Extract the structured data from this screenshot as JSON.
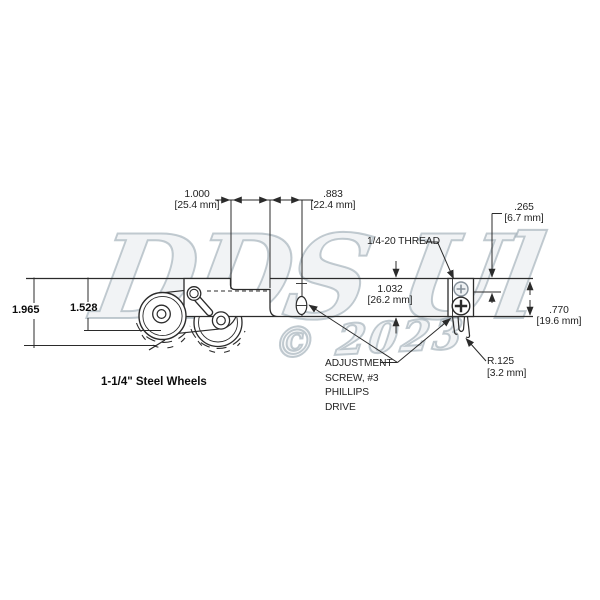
{
  "watermark": {
    "logo": "DDS Ul",
    "year": "© 2023"
  },
  "dims": {
    "notch_width": {
      "in": "1.000",
      "mm": "[25.4 mm]"
    },
    "screw_offset": {
      "in": ".883",
      "mm": "[22.4 mm]"
    },
    "thread_offset": {
      "in": ".265",
      "mm": "[6.7 mm]"
    },
    "channel_height": {
      "in": "1.032",
      "mm": "[26.2 mm]"
    },
    "end_height": {
      "in": ".770",
      "mm": "[19.6 mm]"
    },
    "tab_radius": {
      "in": "R.125",
      "mm": "[3.2 mm]"
    },
    "overall_height": {
      "in": "1.965"
    },
    "wheel_extend_height": {
      "in": "1.528"
    }
  },
  "annotations": {
    "thread": "1/4-20 THREAD",
    "adjustment": [
      "ADJUSTMENT",
      "SCREW, #3",
      "PHILLIPS",
      "DRIVE"
    ],
    "caption": "1-1/4\" Steel Wheels"
  },
  "colors": {
    "line": "#2b2b2b",
    "text": "#1f1f1f",
    "watermark": "#9dabb5"
  }
}
